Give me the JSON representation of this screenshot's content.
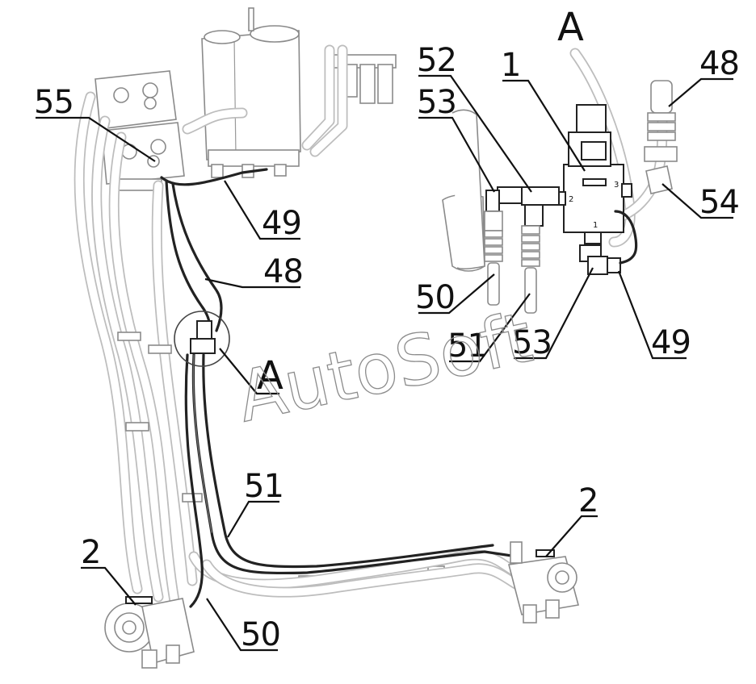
{
  "watermark": "AutoSoft",
  "view_label": "A",
  "callouts": [
    {
      "id": "c55",
      "text": "55"
    },
    {
      "id": "c49a",
      "text": "49"
    },
    {
      "id": "c48a",
      "text": "48"
    },
    {
      "id": "cA",
      "text": "A"
    },
    {
      "id": "c51a",
      "text": "51"
    },
    {
      "id": "c2a",
      "text": "2"
    },
    {
      "id": "c50a",
      "text": "50"
    },
    {
      "id": "c2b",
      "text": "2"
    },
    {
      "id": "c52",
      "text": "52"
    },
    {
      "id": "c1",
      "text": "1"
    },
    {
      "id": "c53a",
      "text": "53"
    },
    {
      "id": "c48b",
      "text": "48"
    },
    {
      "id": "c54",
      "text": "54"
    },
    {
      "id": "c50b",
      "text": "50"
    },
    {
      "id": "c51b",
      "text": "51"
    },
    {
      "id": "c53b",
      "text": "53"
    },
    {
      "id": "c49b",
      "text": "49"
    }
  ],
  "valve_ports": {
    "p2": "2",
    "p3": "3",
    "p1": "1"
  }
}
